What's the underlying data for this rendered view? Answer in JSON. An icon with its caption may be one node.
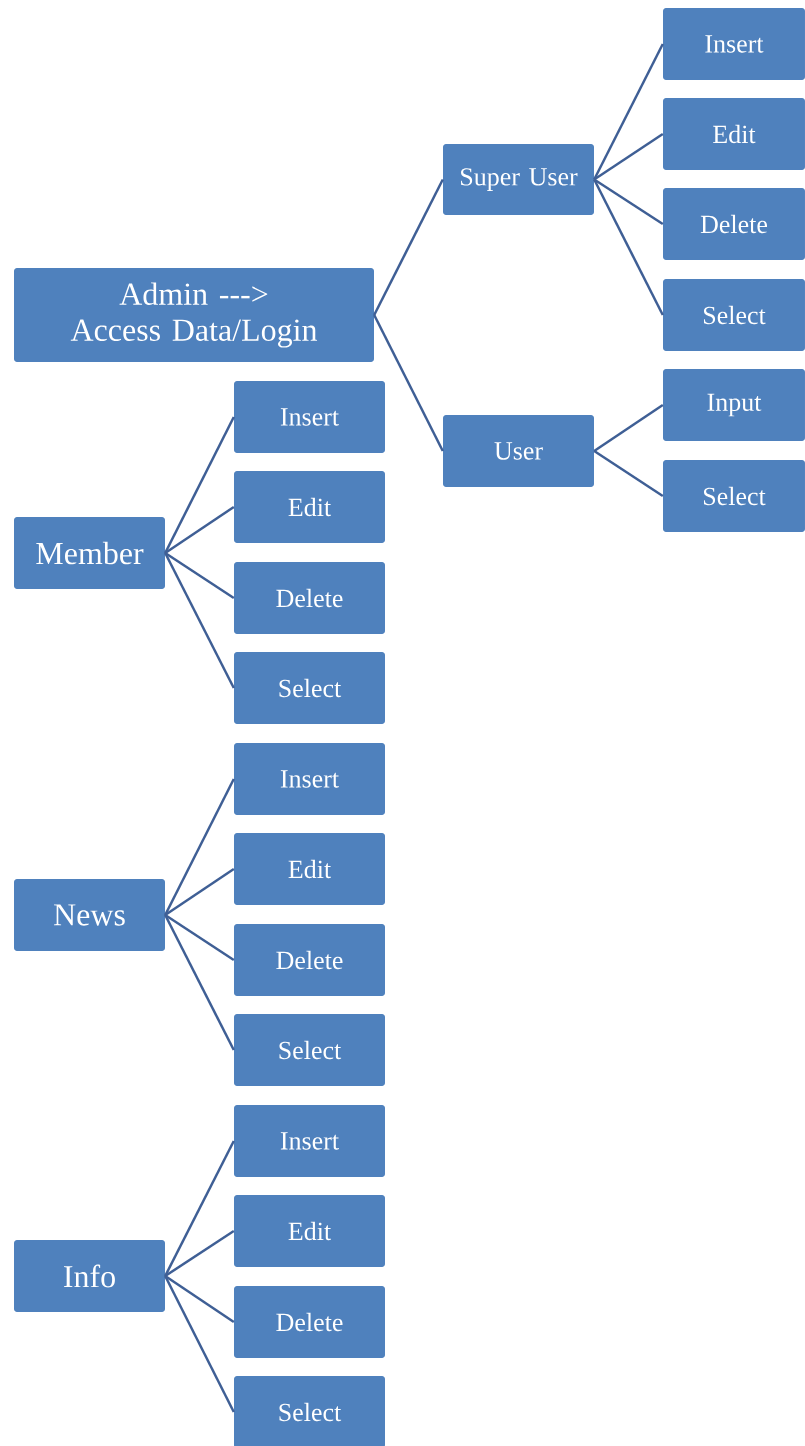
{
  "diagram": {
    "nodes": [
      {
        "text": [
          "Admin ---> Access Data/Login"
        ]
      },
      {
        "text": [
          "Super User"
        ]
      },
      {
        "text": [
          "Insert"
        ]
      },
      {
        "text": [
          "Edit"
        ]
      },
      {
        "text": [
          "Delete"
        ]
      },
      {
        "text": [
          "Select"
        ]
      },
      {
        "text": [
          "User"
        ]
      },
      {
        "text": [
          "Input"
        ]
      },
      {
        "text": [
          "Select"
        ]
      },
      {
        "text": [
          "Member"
        ]
      },
      {
        "text": [
          "Insert"
        ]
      },
      {
        "text": [
          "Edit"
        ]
      },
      {
        "text": [
          "Delete"
        ]
      },
      {
        "text": [
          "Select"
        ]
      },
      {
        "text": [
          "News"
        ]
      },
      {
        "text": [
          "Insert"
        ]
      },
      {
        "text": [
          "Edit"
        ]
      },
      {
        "text": [
          "Delete"
        ]
      },
      {
        "text": [
          "Select"
        ]
      },
      {
        "text": [
          "Info"
        ]
      },
      {
        "text": [
          "Insert"
        ]
      },
      {
        "text": [
          "Edit"
        ]
      },
      {
        "text": [
          "Delete"
        ]
      },
      {
        "text": [
          "Select"
        ]
      }
    ],
    "edges": [
      {
        "from": 0,
        "to": 1,
        "arrow": "none"
      },
      {
        "from": 0,
        "to": 6,
        "arrow": "none"
      },
      {
        "from": 1,
        "to": 2,
        "arrow": "none"
      },
      {
        "from": 1,
        "to": 3,
        "arrow": "none"
      },
      {
        "from": 1,
        "to": 4,
        "arrow": "none"
      },
      {
        "from": 1,
        "to": 5,
        "arrow": "none"
      },
      {
        "from": 6,
        "to": 7,
        "arrow": "none"
      },
      {
        "from": 6,
        "to": 8,
        "arrow": "none"
      },
      {
        "from": 9,
        "to": 10,
        "arrow": "none"
      },
      {
        "from": 9,
        "to": 11,
        "arrow": "none"
      },
      {
        "from": 9,
        "to": 12,
        "arrow": "none"
      },
      {
        "from": 9,
        "to": 13,
        "arrow": "none"
      },
      {
        "from": 14,
        "to": 15,
        "arrow": "none"
      },
      {
        "from": 14,
        "to": 16,
        "arrow": "none"
      },
      {
        "from": 14,
        "to": 17,
        "arrow": "none"
      },
      {
        "from": 14,
        "to": 18,
        "arrow": "none"
      },
      {
        "from": 19,
        "to": 20,
        "arrow": "none"
      },
      {
        "from": 19,
        "to": 21,
        "arrow": "none"
      },
      {
        "from": 19,
        "to": 22,
        "arrow": "none"
      },
      {
        "from": 19,
        "to": 23,
        "arrow": "none"
      }
    ]
  }
}
